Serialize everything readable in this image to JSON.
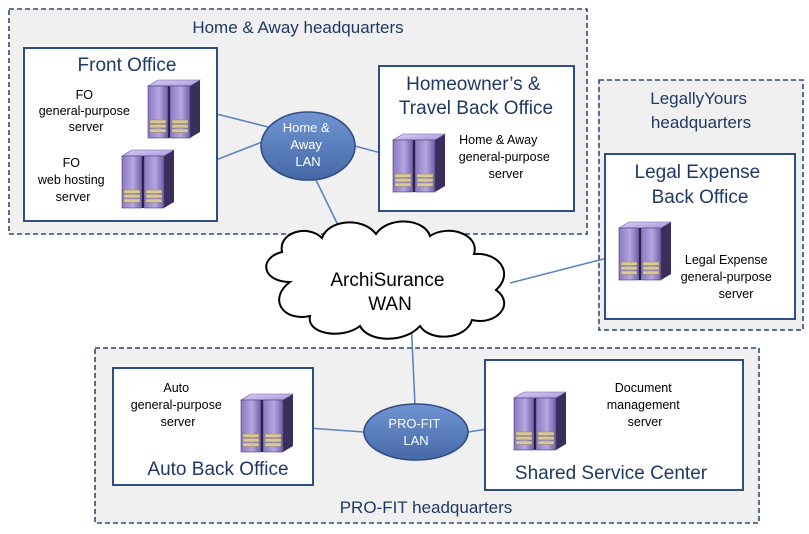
{
  "headquarters": {
    "home_away": "Home & Away headquarters",
    "legally_yours": [
      "LegallyYours",
      "headquarters"
    ],
    "profit": "PRO-FIT headquarters"
  },
  "offices": {
    "front_office": "Front Office",
    "travel_back_office": [
      "Homeowner’s &",
      "Travel Back Office"
    ],
    "legal_back_office": [
      "Legal Expense",
      "Back Office"
    ],
    "auto_back_office": "Auto Back Office",
    "shared_service_center": "Shared Service Center"
  },
  "servers": {
    "fo_general": [
      "FO",
      "general-purpose",
      "server"
    ],
    "fo_web": [
      "FO",
      "web hosting",
      "server"
    ],
    "ha_general": [
      "Home & Away",
      "general-purpose",
      "server"
    ],
    "legal_general": [
      "Legal Expense",
      "general-purpose",
      "server"
    ],
    "auto_general": [
      "Auto",
      "general-purpose",
      "server"
    ],
    "document_mgmt": [
      "Document",
      "management",
      "server"
    ]
  },
  "networks": {
    "ha_lan": [
      "Home &",
      "Away",
      "LAN"
    ],
    "profit_lan": [
      "PRO-FIT",
      "LAN"
    ],
    "wan": [
      "ArchiSurance",
      "WAN"
    ]
  },
  "colors": {
    "hq_fill": "#f0f0f0",
    "hq_border": "#2f4b70",
    "office_border": "#2e4f86",
    "title_text": "#1f3864",
    "lan_fill": "#5a80be",
    "link": "#5b84c4",
    "server_purple": "#9e8ecf",
    "server_dark": "#3a2f5a",
    "server_gold": "#d8c89a"
  }
}
